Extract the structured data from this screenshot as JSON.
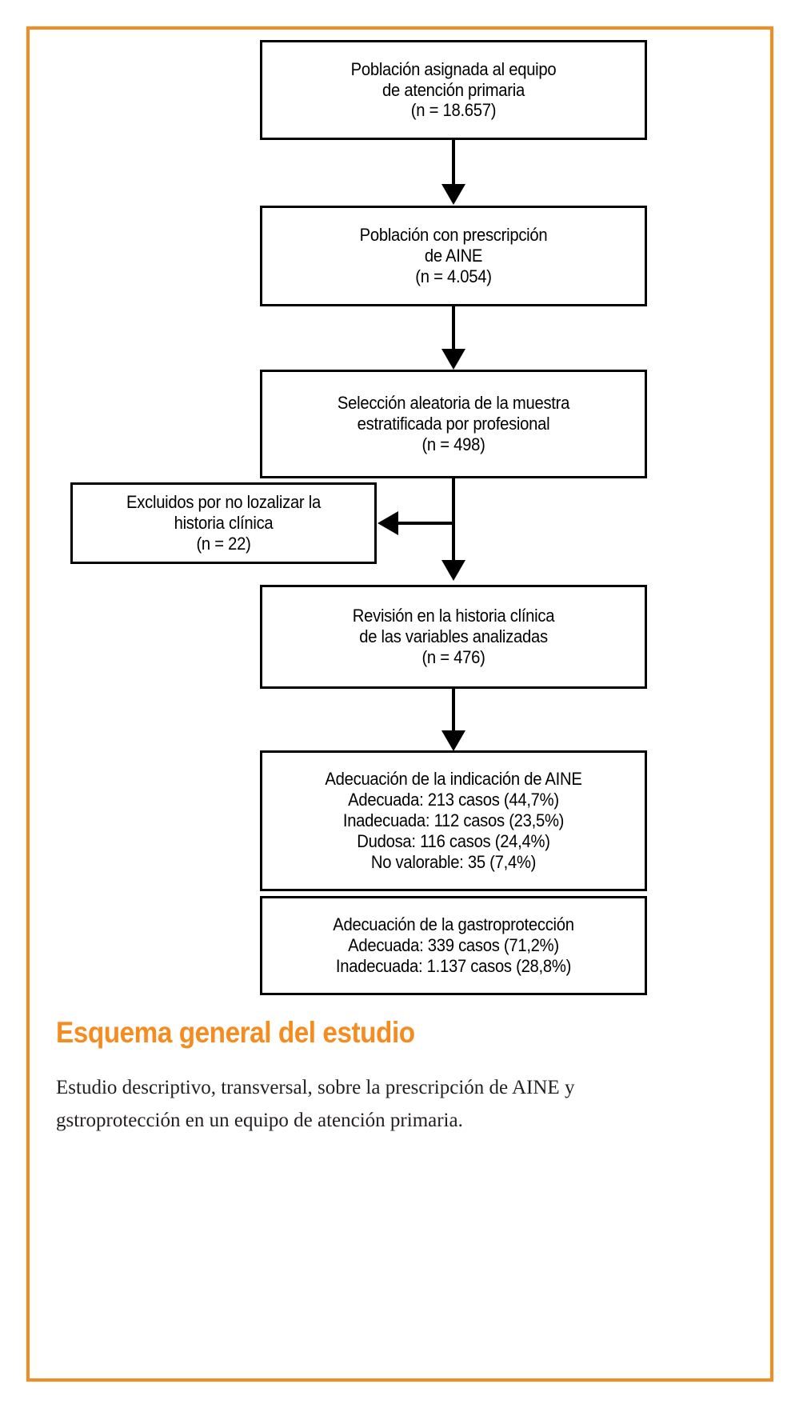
{
  "theme": {
    "accent_color": "#F68B1F",
    "line_color": "#000000",
    "text_color": "#000000",
    "background": "#ffffff"
  },
  "flowchart": {
    "type": "flow-diagram",
    "orientation": "top-to-bottom",
    "nodes": [
      {
        "id": "poblacion-asignada",
        "lines": [
          "Población asignada al equipo",
          "de atención primaria",
          "(n = 18.657)"
        ],
        "n": 18657
      },
      {
        "id": "poblacion-prescripcion",
        "lines": [
          "Población con prescripción",
          "de AINE",
          "(n = 4.054)"
        ],
        "n": 4054
      },
      {
        "id": "seleccion-aleatoria",
        "lines": [
          "Selección aleatoria de la muestra",
          "estratificada por profesional",
          "(n = 498)"
        ],
        "n": 498
      },
      {
        "id": "excluidos",
        "lines": [
          "Excluidos por no lozalizar la",
          "historia clínica",
          "(n = 22)"
        ],
        "n": 22
      },
      {
        "id": "revision-historia",
        "lines": [
          "Revisión en la historia clínica",
          "de las variables analizadas",
          "(n = 476)"
        ],
        "n": 476
      },
      {
        "id": "adecuacion-indicacion",
        "lines": [
          "Adecuación de la indicación de AINE",
          "Adecuada: 213 casos (44,7%)",
          "Inadecuada: 112 casos (23,5%)",
          "Dudosa: 116 casos (24,4%)",
          "No valorable: 35 (7,4%)"
        ]
      },
      {
        "id": "adecuacion-gastroproteccion",
        "lines": [
          "Adecuación de la gastroprotección",
          "Adecuada: 339 casos (71,2%)",
          "Inadecuada: 1.137 casos (28,8%)"
        ]
      }
    ],
    "edges": [
      {
        "from": "poblacion-asignada",
        "to": "poblacion-prescripcion",
        "arrow": "down"
      },
      {
        "from": "poblacion-prescripcion",
        "to": "seleccion-aleatoria",
        "arrow": "down"
      },
      {
        "from": "seleccion-aleatoria",
        "to": "excluidos",
        "arrow": "left"
      },
      {
        "from": "seleccion-aleatoria",
        "to": "revision-historia",
        "arrow": "down"
      },
      {
        "from": "revision-historia",
        "to": "adecuacion-indicacion",
        "arrow": "down"
      }
    ]
  },
  "caption": {
    "title": "Esquema general del estudio",
    "body": "Estudio descriptivo, transversal, sobre la prescripción de AINE y gstroprotección en un equipo de atención primaria."
  }
}
